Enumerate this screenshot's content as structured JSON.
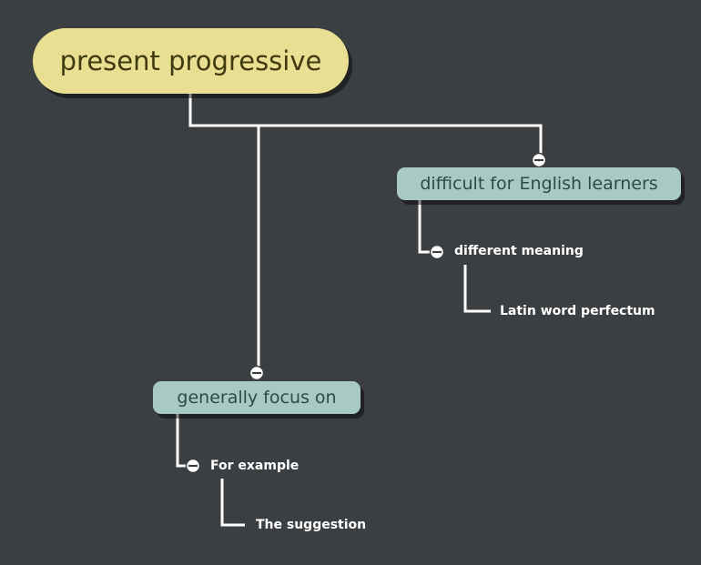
{
  "colors": {
    "background": "#3b3f42",
    "root_fill": "#e8df93",
    "root_text": "#3f3a10",
    "topic_fill": "#a7cac5",
    "topic_text": "#2f4a47",
    "connector": "#ffffff",
    "leaf_text": "#ffffff"
  },
  "icons": {
    "collapse": "minus-circle-icon"
  },
  "root": {
    "label": "present progressive"
  },
  "topics": [
    {
      "label": "difficult for English learners",
      "children": [
        {
          "label": "different meaning",
          "children": [
            {
              "label": "Latin word perfectum"
            }
          ]
        }
      ]
    },
    {
      "label": "generally focus on",
      "children": [
        {
          "label": "For example",
          "children": [
            {
              "label": "The suggestion"
            }
          ]
        }
      ]
    }
  ]
}
